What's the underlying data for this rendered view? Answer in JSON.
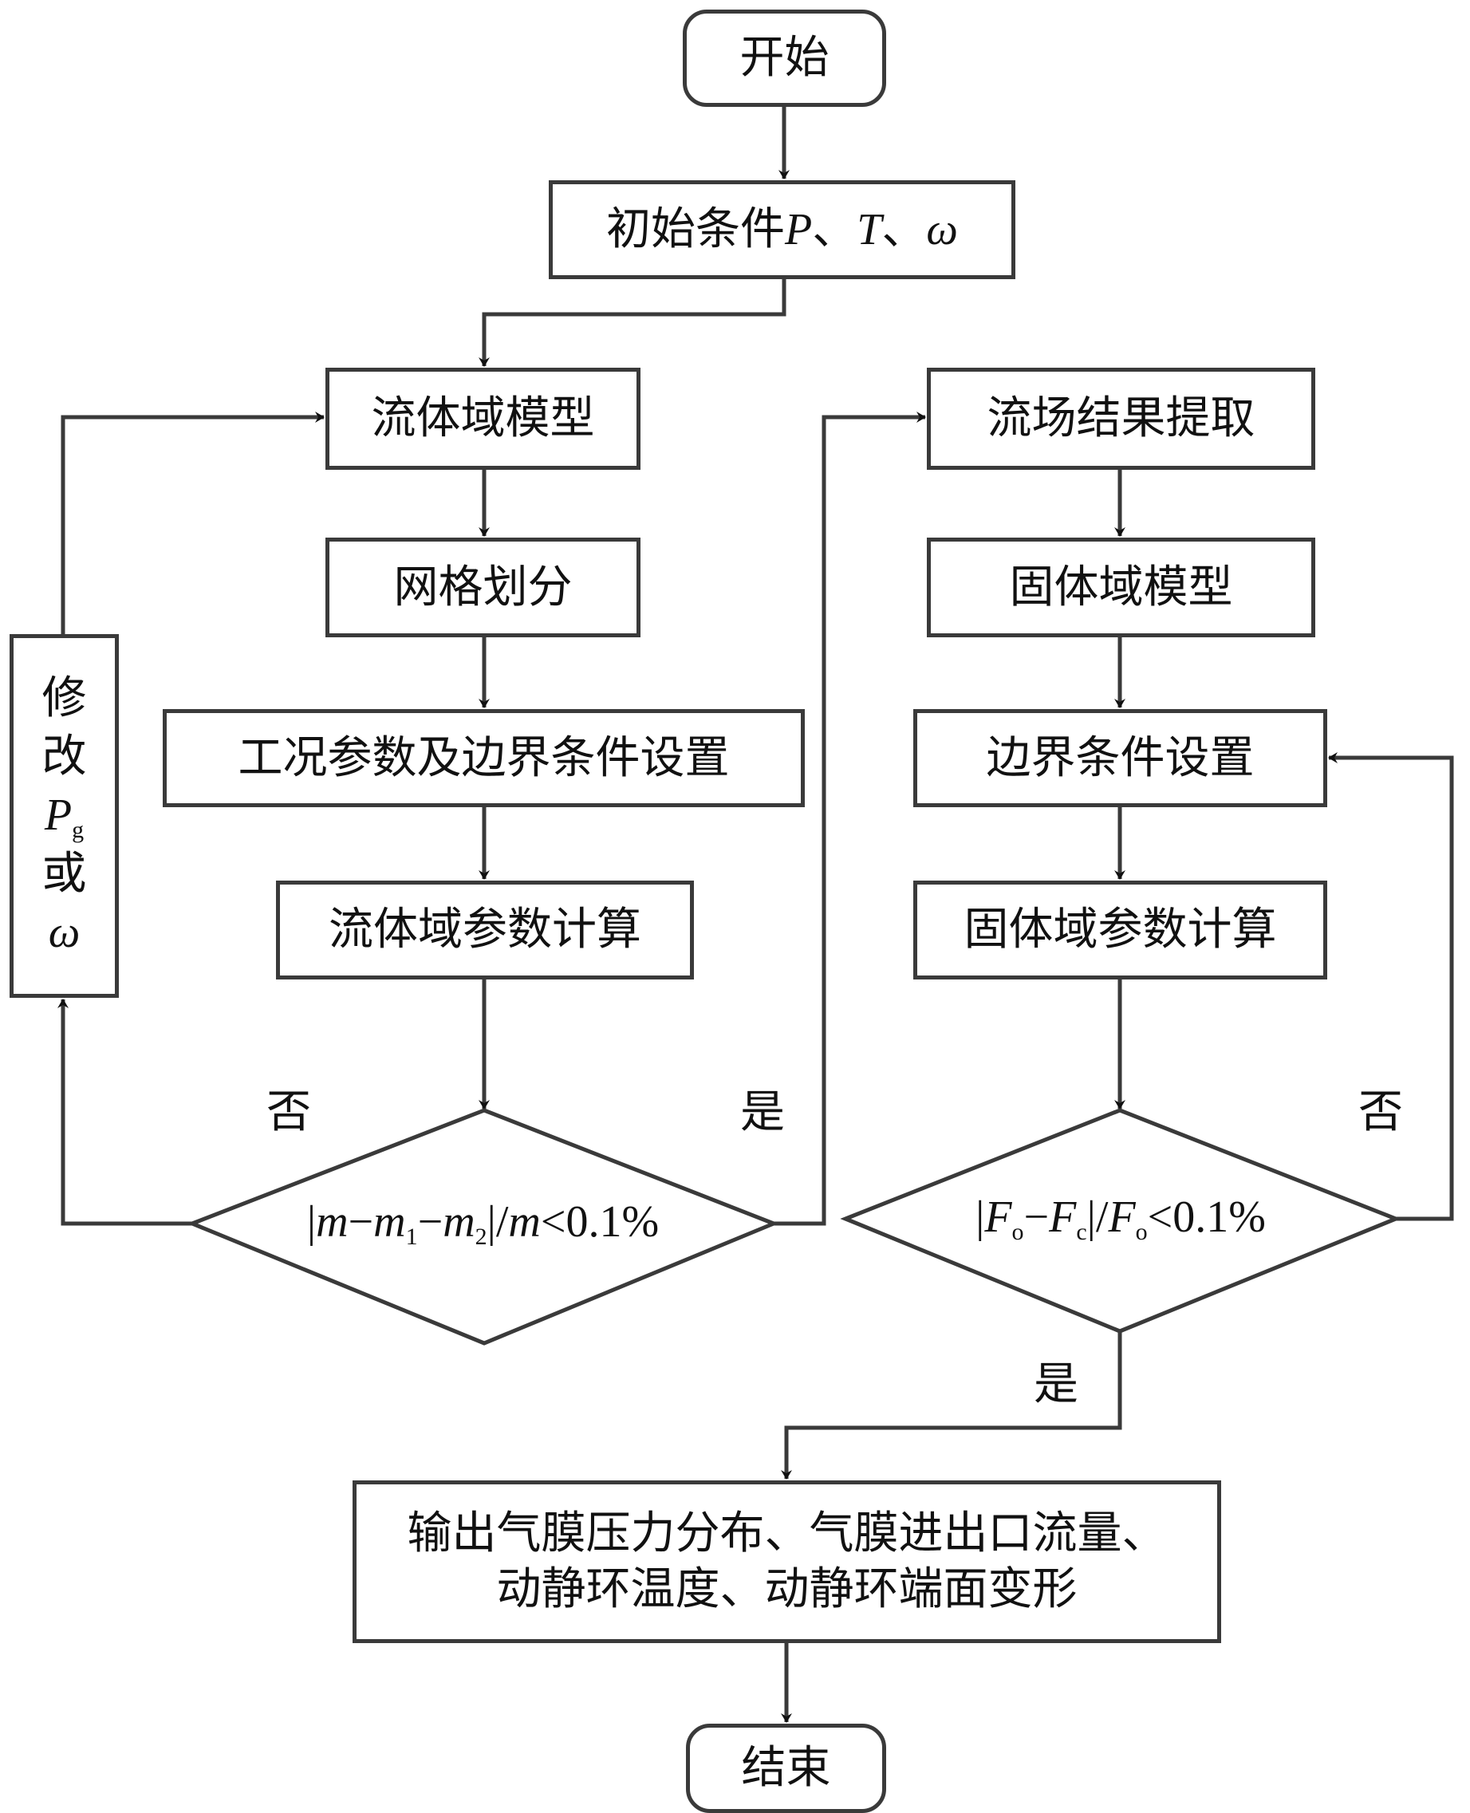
{
  "nodes": {
    "start": "开始",
    "initial": "初始条件P、T、ω",
    "initial_parts": {
      "prefix": "初始条件",
      "P": "P",
      "sep1": "、",
      "T": "T",
      "sep2": "、",
      "omega": "ω"
    },
    "fluid_model": "流体域模型",
    "mesh": "网格划分",
    "conditions": "工况参数及边界条件设置",
    "fluid_calc": "流体域参数计算",
    "decision_mass": {
      "bar1": "|",
      "m": "m",
      "minus1": "−",
      "m1": "m",
      "sub1": "1",
      "minus2": "−",
      "m2": "m",
      "sub2": "2",
      "bar2": "|/",
      "m3": "m",
      "tail": "<0.1%"
    },
    "modify": {
      "c1": "修",
      "c2": "改",
      "P": "P",
      "sub": "g",
      "c3": "或",
      "omega": "ω"
    },
    "flow_extract": "流场结果提取",
    "solid_model": "固体域模型",
    "boundary": "边界条件设置",
    "solid_calc": "固体域参数计算",
    "decision_force": {
      "bar1": "|",
      "F1": "F",
      "sub1": "o",
      "minus": "−",
      "F2": "F",
      "sub2": "c",
      "bar2": "|/",
      "F3": "F",
      "sub3": "o",
      "tail": "<0.1%"
    },
    "output_line1": "输出气膜压力分布、气膜进出口流量、",
    "output_line2": "动静环温度、动静环端面变形",
    "end": "结束"
  },
  "labels": {
    "no_left": "否",
    "yes_left": "是",
    "no_right": "否",
    "yes_bottom": "是"
  },
  "colors": {
    "stroke": "#3a3a3a",
    "text": "#111111",
    "background": "#ffffff"
  }
}
